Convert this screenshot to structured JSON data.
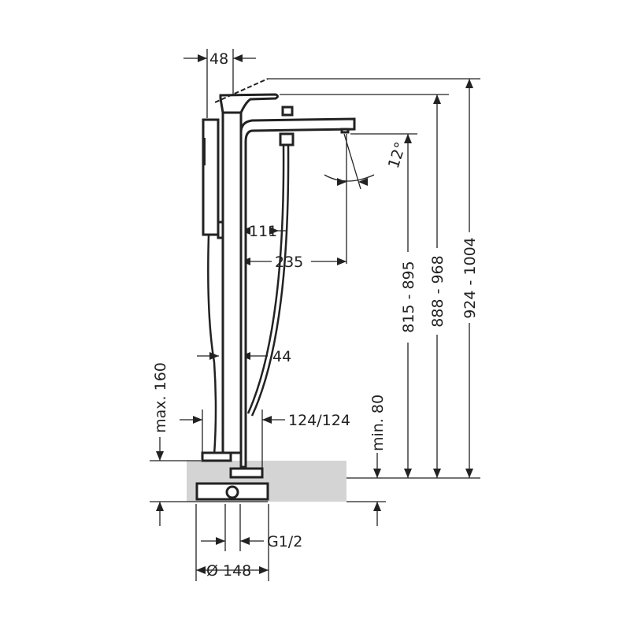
{
  "dimensions": {
    "width_48": "48",
    "reach_111": "111",
    "reach_235": "235",
    "hose_44": "44",
    "connection_124": "124/124",
    "angle": "12°",
    "height_spout": "815 - 895",
    "height_handle": "888 - 968",
    "height_lever": "924 - 1004",
    "max_floor": "max. 160",
    "min_floor": "min. 80",
    "thread": "G1/2",
    "base_diameter": "Ø 148"
  },
  "colors": {
    "line": "#222222",
    "floor": "#d4d4d4"
  }
}
